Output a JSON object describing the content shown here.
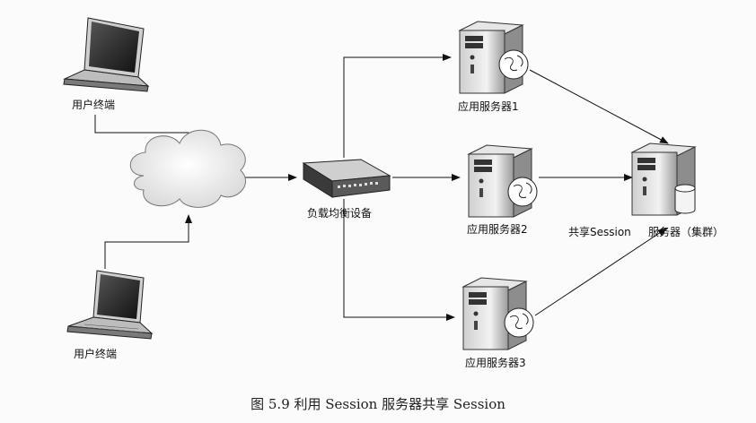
{
  "nodes": {
    "user_terminal_top": "用户终端",
    "user_terminal_bottom": "用户终端",
    "load_balancer": "负载均衡设备",
    "app_server_1": "应用服务器1",
    "app_server_2": "应用服务器2",
    "app_server_3": "应用服务器3",
    "session_server": "服务器（集群）"
  },
  "edge_labels": {
    "shared_session": "共享Session"
  },
  "caption": "图 5.9   利用 Session 服务器共享 Session"
}
